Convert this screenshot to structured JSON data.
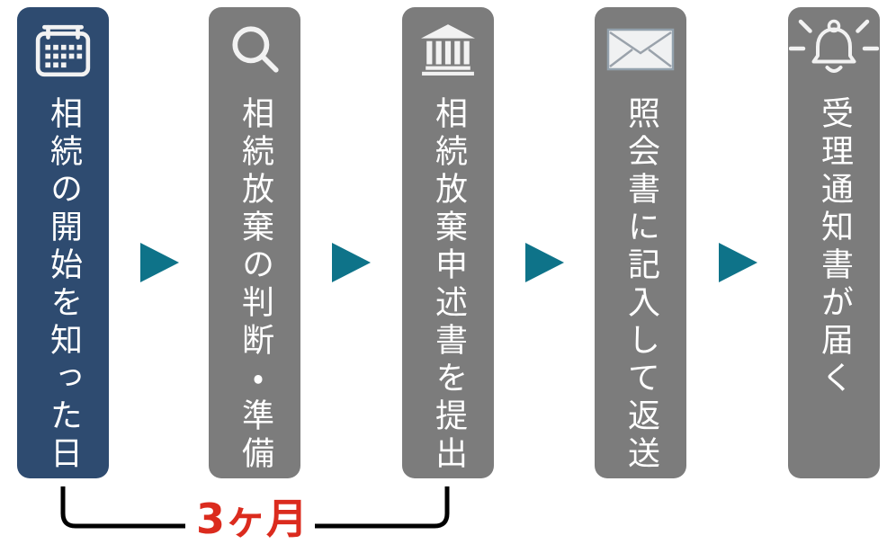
{
  "diagram": {
    "type": "process-flow",
    "language": "ja",
    "steps": [
      {
        "label": "相続の開始を知った日",
        "icon": "calendar-icon",
        "highlight": true
      },
      {
        "label": "相続放棄の判断・準備",
        "icon": "search-icon",
        "highlight": false
      },
      {
        "label": "相続放棄申述書を提出",
        "icon": "bank-icon",
        "highlight": false
      },
      {
        "label": "照会書に記入して返送",
        "icon": "envelope-icon",
        "highlight": false
      },
      {
        "label": "受理通知書が届く",
        "icon": "bell-icon",
        "highlight": false
      }
    ],
    "duration": {
      "label": "3ヶ月",
      "from_step": 1,
      "to_step": 3
    },
    "colors": {
      "highlight": "#2e4b70",
      "step": "#7c7c7c",
      "arrow": "#0e7389",
      "duration_text": "#db2b1e",
      "bracket": "#000000",
      "text": "#ffffff"
    }
  }
}
